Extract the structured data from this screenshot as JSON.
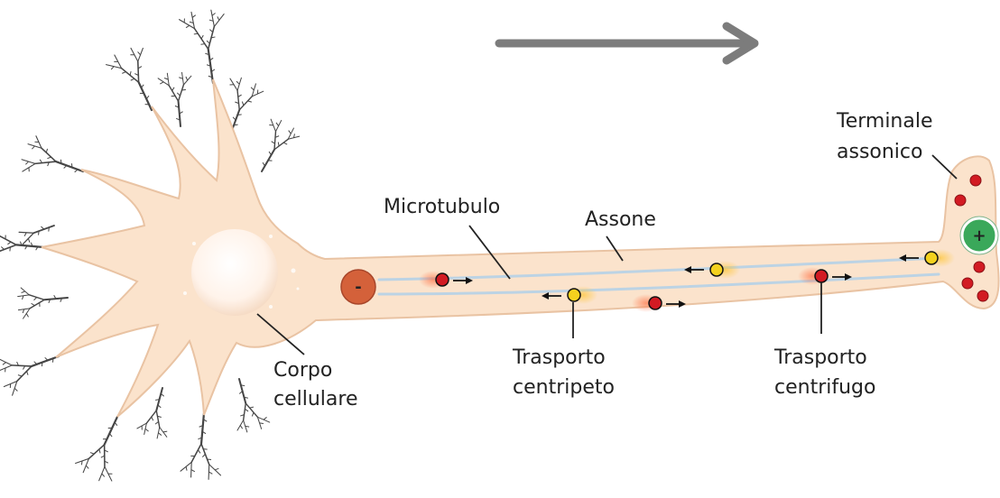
{
  "labels": {
    "microtubule": "Microtubulo",
    "axon": "Assone",
    "terminal_line1": "Terminale",
    "terminal_line2": "assonico",
    "cell_body_line1": "Corpo",
    "cell_body_line2": "cellulare",
    "retrograde_line1": "Trasporto",
    "retrograde_line2": "centripeto",
    "anterograde_line1": "Trasporto",
    "anterograde_line2": "centrifugo"
  },
  "signs": {
    "minus": "-",
    "plus": "+"
  },
  "colors": {
    "neuron_fill": "#fbe3cc",
    "neuron_stroke": "#e9c3a3",
    "dendrite": "#454545",
    "microtubule": "#bcd3e4",
    "anterograde_vesicle": "#d21b23",
    "retrograde_vesicle": "#f4d11e",
    "minus_end": "#d4613a",
    "plus_end": "#3aa85a",
    "direction_arrow": "#7c7c7c"
  }
}
